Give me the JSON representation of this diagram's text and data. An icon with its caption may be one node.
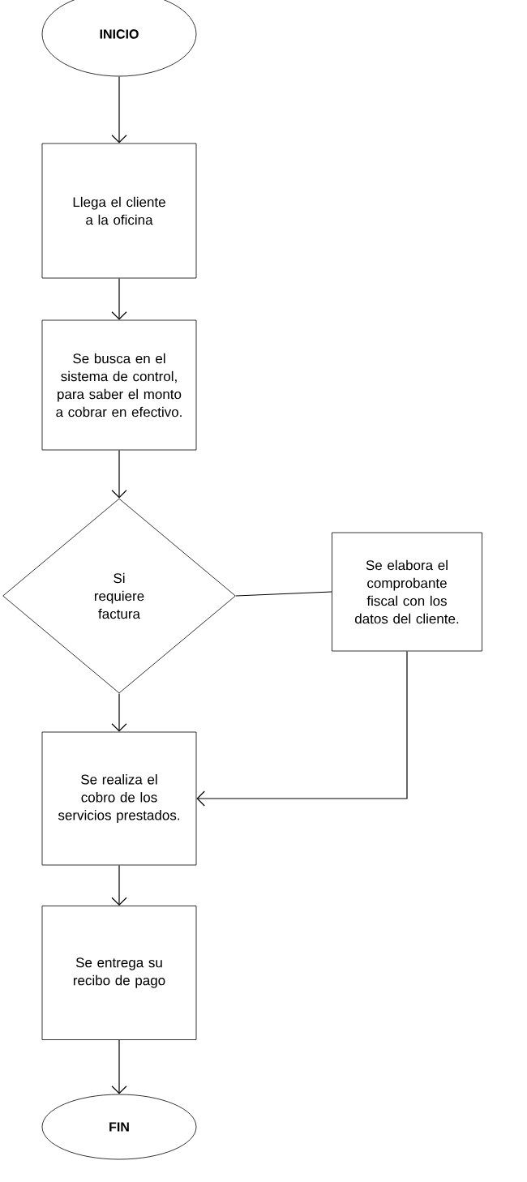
{
  "diagram": {
    "nodes": [
      {
        "text": [
          "INICIO"
        ]
      },
      {
        "text": [
          "Llega el cliente a la oficina"
        ]
      },
      {
        "text": [
          "Se busca en el sistema de control, para saber el monto a cobrar en efectivo."
        ]
      },
      {
        "text": [
          "Si requiere factura"
        ]
      },
      {
        "text": [
          "Se elabora el comprobante fiscal con los datos del cliente."
        ]
      },
      {
        "text": [
          "Se realiza el cobro de los servicios prestados."
        ]
      },
      {
        "text": [
          "Se entrega su recibo de pago"
        ]
      },
      {
        "text": [
          "FIN"
        ]
      }
    ],
    "edges": [
      {
        "from": 0,
        "to": 1,
        "arrow": "to"
      },
      {
        "from": 1,
        "to": 2,
        "arrow": "to"
      },
      {
        "from": 2,
        "to": 3,
        "arrow": "to"
      },
      {
        "from": 3,
        "to": 4,
        "arrow": "none"
      },
      {
        "from": 3,
        "to": 5,
        "arrow": "to"
      },
      {
        "from": 4,
        "to": 5,
        "arrow": "to"
      },
      {
        "from": 5,
        "to": 6,
        "arrow": "to"
      },
      {
        "from": 6,
        "to": 7,
        "arrow": "to"
      }
    ]
  }
}
